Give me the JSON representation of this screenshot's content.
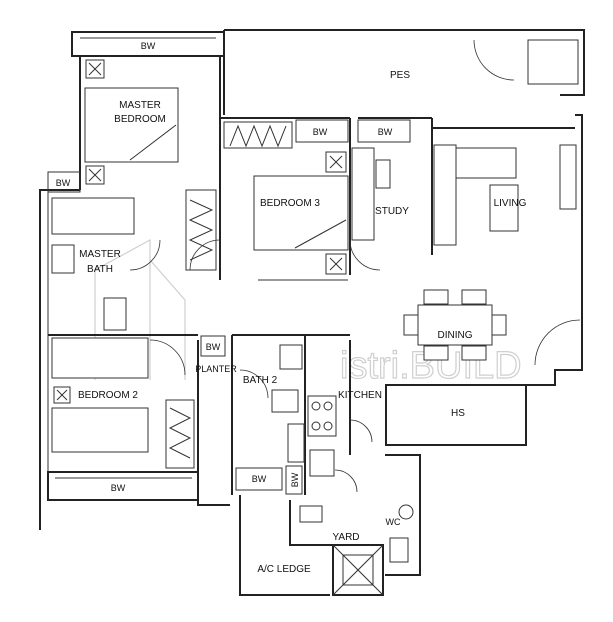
{
  "rooms": {
    "pes": "PES",
    "master_bedroom_line1": "MASTER",
    "master_bedroom_line2": "BEDROOM",
    "bedroom3": "BEDROOM 3",
    "study": "STUDY",
    "living": "LIVING",
    "master_bath_line1": "MASTER",
    "master_bath_line2": "BATH",
    "dining": "DINING",
    "planter": "PLANTER",
    "bath2": "BATH 2",
    "kitchen": "KITCHEN",
    "bedroom2": "BEDROOM 2",
    "hs": "HS",
    "yard": "YARD",
    "wc": "WC",
    "ac_ledge": "A/C LEDGE"
  },
  "bay_windows": {
    "top_master": "BW",
    "bedroom3_a": "BW",
    "bedroom3_b": "BW",
    "master_bath": "BW",
    "planter": "BW",
    "bedroom2_bottom": "BW",
    "bath2_bottom": "BW",
    "kitchen_vertical": "BW"
  },
  "watermark": {
    "brand": "istri.BUILD"
  },
  "colors": {
    "line": "#222222",
    "background": "#ffffff",
    "watermark": "#cfcfcf"
  }
}
